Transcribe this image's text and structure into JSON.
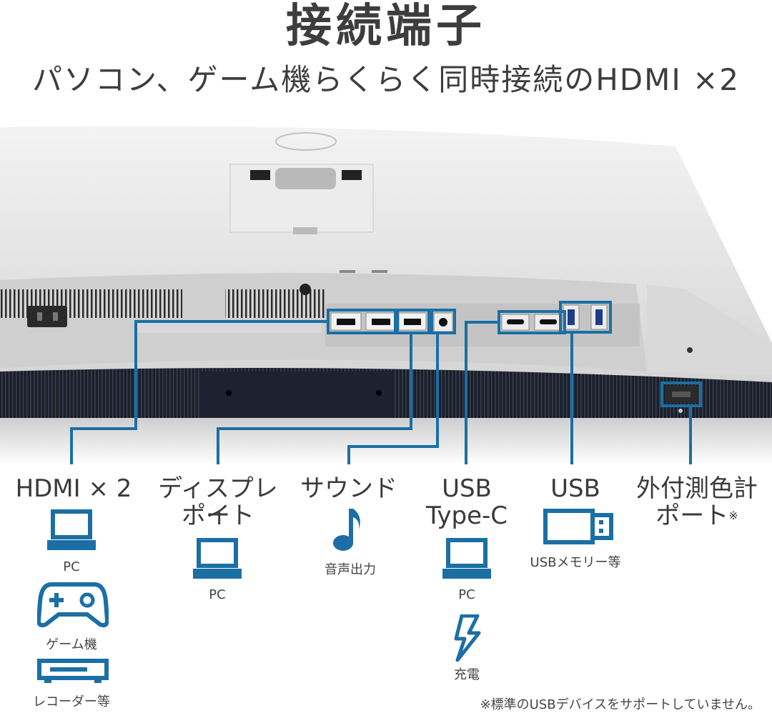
{
  "header": {
    "title": "接続端子",
    "subtitle": "パソコン、ゲーム機らくらく同時接続のHDMI ×2"
  },
  "colors": {
    "accent": "#1b6fa5",
    "text": "#3d3d3d"
  },
  "ports": {
    "hdmi": {
      "label": "HDMI × 2",
      "devices": [
        {
          "icon": "laptop-icon",
          "label": "PC"
        },
        {
          "icon": "gamepad-icon",
          "label": "ゲーム機"
        },
        {
          "icon": "recorder-icon",
          "label": "レコーダー等"
        }
      ]
    },
    "displayport": {
      "label_line1": "ディスプレイ",
      "label_line2": "ポート",
      "devices": [
        {
          "icon": "laptop-icon",
          "label": "PC"
        }
      ]
    },
    "sound": {
      "label": "サウンド",
      "devices": [
        {
          "icon": "music-note-icon",
          "label": "音声出力"
        }
      ]
    },
    "usbc": {
      "label_line1": "USB",
      "label_line2": "Type-C",
      "devices": [
        {
          "icon": "laptop-icon",
          "label": "PC"
        },
        {
          "icon": "lightning-icon",
          "label": "充電"
        }
      ]
    },
    "usb": {
      "label": "USB",
      "devices": [
        {
          "icon": "usb-drive-icon",
          "label": "USBメモリー等"
        }
      ]
    },
    "colorimeter": {
      "label_line1": "外付測色計",
      "label_line2": "ポート",
      "mark": "※"
    }
  },
  "footnote": "※標準のUSBデバイスをサポートしていません。"
}
